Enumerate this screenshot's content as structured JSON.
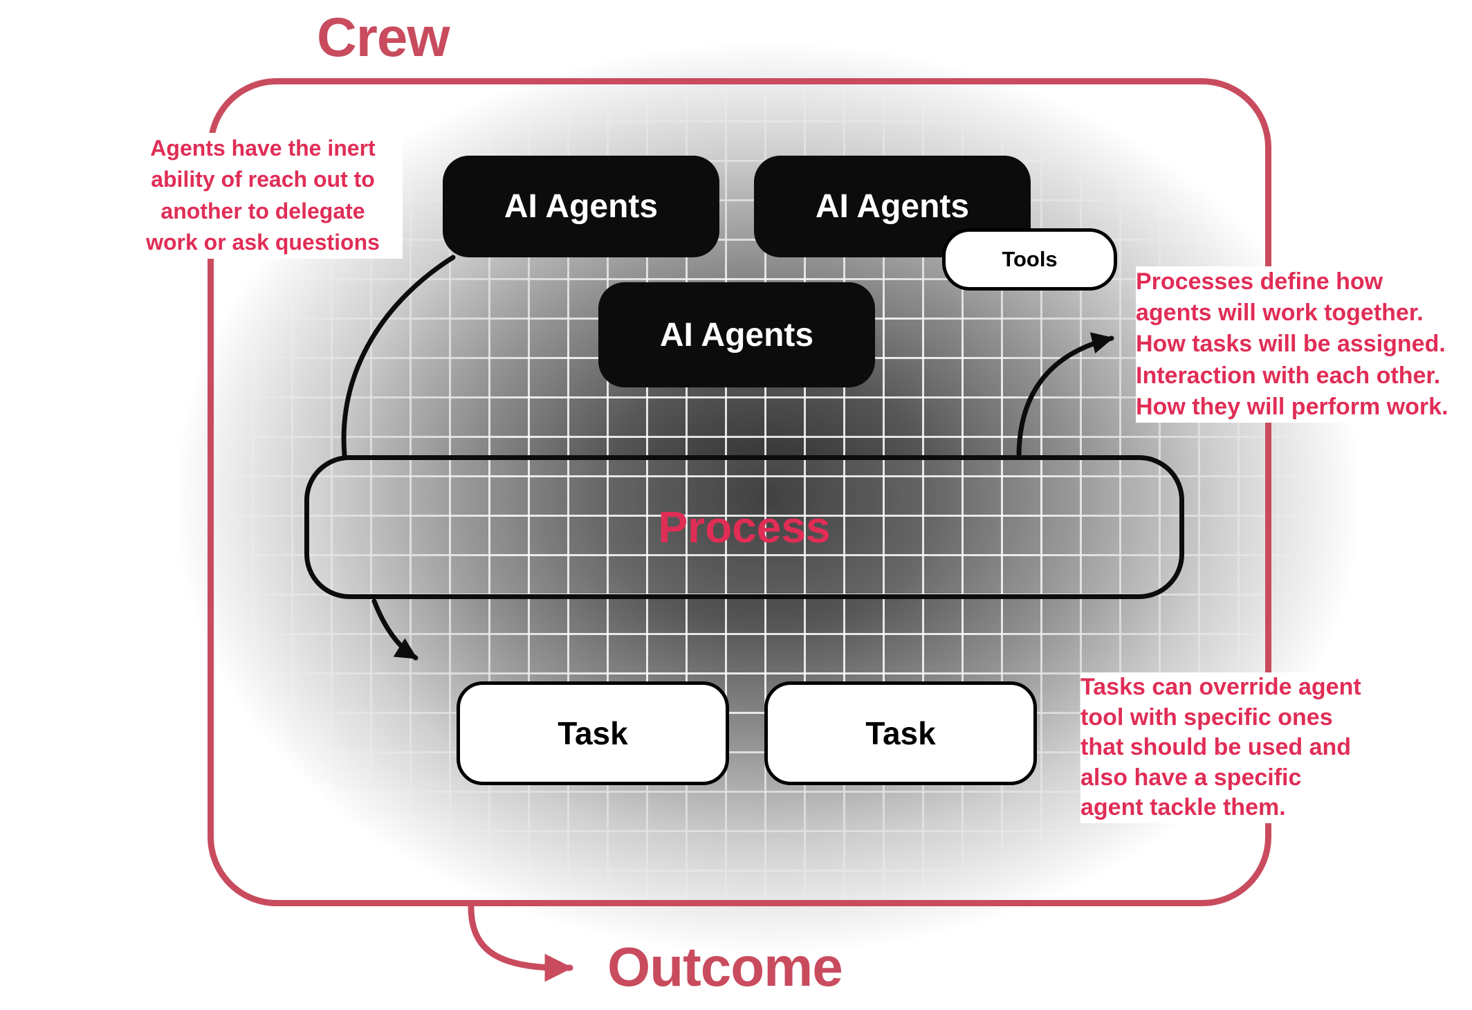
{
  "colors": {
    "red_bright": "#e02d56",
    "red_muted": "#c94b5e",
    "box_black": "#0c0c0c"
  },
  "crew": {
    "label": "Crew"
  },
  "nodes": {
    "agents1": {
      "label": "AI Agents"
    },
    "agents2": {
      "label": "AI Agents"
    },
    "agents3": {
      "label": "AI Agents"
    },
    "tools": {
      "label": "Tools"
    },
    "process": {
      "label": "Process"
    },
    "task1": {
      "label": "Task"
    },
    "task2": {
      "label": "Task"
    }
  },
  "annotations": {
    "delegation": "Agents have the inert\nability of reach out to\nanother to delegate\nwork or ask questions",
    "process": "Processes define how\nagents will work together.\nHow tasks will be assigned.\nInteraction with each other.\nHow they will perform work.",
    "tasks": "Tasks can override agent\ntool with specific ones\nthat should be used and\nalso have a specific\nagent tackle them."
  },
  "outcome": {
    "label": "Outcome"
  }
}
